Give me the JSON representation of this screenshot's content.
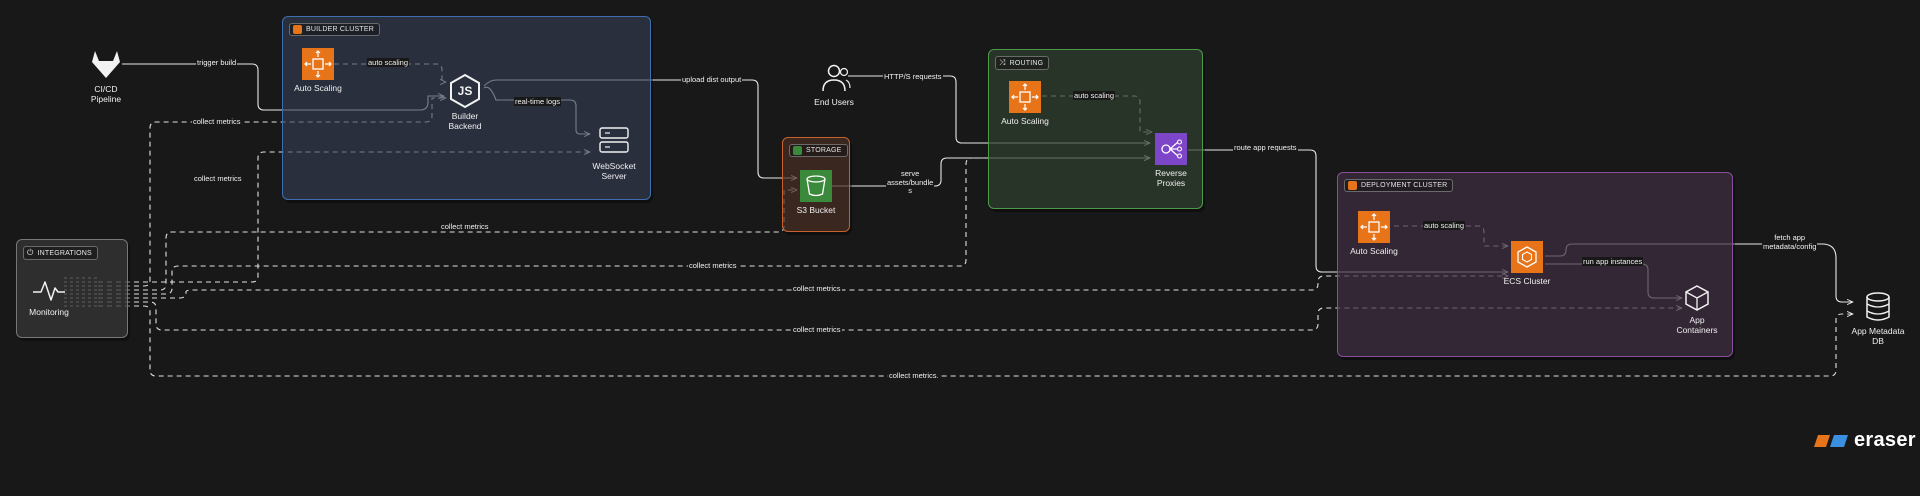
{
  "groups": {
    "builder_cluster": "BUILDER CLUSTER",
    "routing": "ROUTING",
    "storage": "STORAGE",
    "deployment_cluster": "DEPLOYMENT CLUSTER",
    "integrations": "INTEGRATIONS"
  },
  "nodes": {
    "cicd": "CI/CD\nPipeline",
    "builder_autoscaling": "Auto Scaling",
    "builder_backend": "Builder\nBackend",
    "websocket": "WebSocket\nServer",
    "end_users": "End Users",
    "routing_autoscaling": "Auto Scaling",
    "reverse_proxies": "Reverse\nProxies",
    "s3": "S3 Bucket",
    "deploy_autoscaling": "Auto Scaling",
    "ecs": "ECS Cluster",
    "app_containers": "App\nContainers",
    "app_metadata_db": "App Metadata\nDB",
    "monitoring": "Monitoring"
  },
  "edges": {
    "trigger_build": "trigger build",
    "auto_scaling_builder": "auto scaling",
    "real_time_logs": "real-time logs",
    "upload_dist": "upload dist output",
    "http_requests": "HTTP/S requests",
    "auto_scaling_routing": "auto scaling",
    "route_app_requests": "route app requests",
    "serve_assets": "serve\nassets/bundle\ns",
    "auto_scaling_deploy": "auto scaling",
    "run_app_instances": "run app instances",
    "fetch_app_metadata": "fetch app\nmetadata/config",
    "collect_metrics_1": "collect metrics",
    "collect_metrics_2": "collect metrics",
    "collect_metrics_3": "collect metrics",
    "collect_metrics_4": "collect metrics",
    "collect_metrics_5": "collect metrics",
    "collect_metrics_6": "collect metrics",
    "collect_metrics_7": "collect metrics."
  },
  "brand": {
    "name": "eraser"
  },
  "colors": {
    "background": "#181818",
    "builder_border": "#3f6fb0",
    "routing_border": "#4f9a4a",
    "storage_border": "#c8622c",
    "deployment_border": "#8a4f9a",
    "integrations_border": "#777777",
    "aws_orange": "#e8741a",
    "aws_purple": "#7d46c8",
    "aws_green": "#3b8a3c"
  },
  "icons": {
    "cicd": "gitlab-icon",
    "builder_autoscaling": "auto-scaling-icon",
    "builder_backend": "nodejs-icon",
    "websocket": "server-icon",
    "end_users": "users-icon",
    "routing_autoscaling": "auto-scaling-icon",
    "reverse_proxies": "load-balancer-icon",
    "s3": "s3-bucket-icon",
    "deploy_autoscaling": "auto-scaling-icon",
    "ecs": "ecs-icon",
    "app_containers": "box-icon",
    "app_metadata_db": "database-icon",
    "monitoring": "pulse-icon"
  }
}
